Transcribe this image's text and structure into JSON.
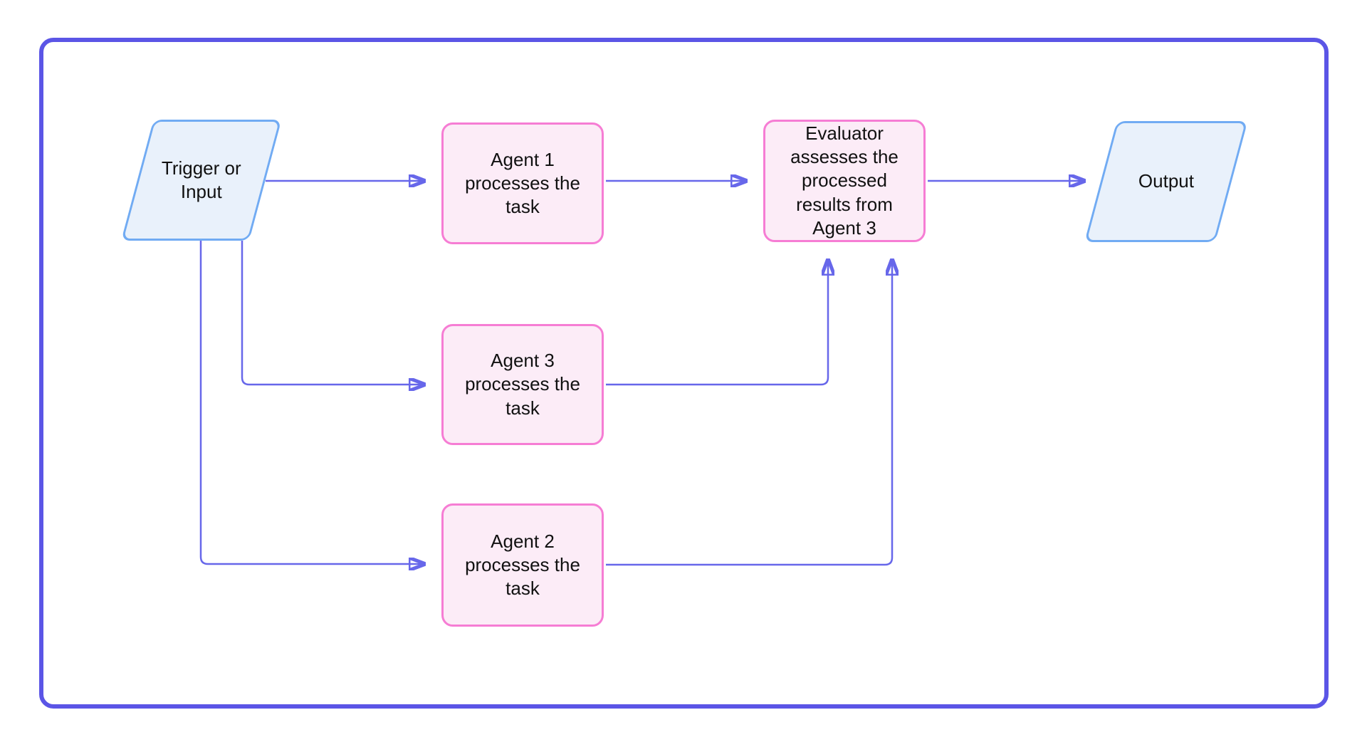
{
  "diagram": {
    "type": "flowchart",
    "description": "Parallelization workflow: a trigger fans out to three agents whose results are assessed by an evaluator that produces the output"
  },
  "nodes": {
    "trigger": {
      "label": "Trigger or Input",
      "shape": "parallelogram",
      "role": "input"
    },
    "agent1": {
      "label": "Agent 1 processes the task",
      "shape": "rounded-rectangle",
      "role": "process"
    },
    "agent3": {
      "label": "Agent 3 processes the task",
      "shape": "rounded-rectangle",
      "role": "process"
    },
    "agent2": {
      "label": "Agent 2 processes the task",
      "shape": "rounded-rectangle",
      "role": "process"
    },
    "evaluator": {
      "label": "Evaluator assesses the processed results from Agent 3",
      "shape": "rounded-rectangle",
      "role": "process"
    },
    "output": {
      "label": "Output",
      "shape": "parallelogram",
      "role": "output"
    }
  },
  "edges": [
    {
      "from": "trigger",
      "to": "agent1"
    },
    {
      "from": "trigger",
      "to": "agent3"
    },
    {
      "from": "trigger",
      "to": "agent2"
    },
    {
      "from": "agent1",
      "to": "evaluator"
    },
    {
      "from": "agent3",
      "to": "evaluator"
    },
    {
      "from": "agent2",
      "to": "evaluator"
    },
    {
      "from": "evaluator",
      "to": "output"
    }
  ],
  "colors": {
    "bg": "#ffffff",
    "frame_border": "#5b55e6",
    "connector": "#6767ea",
    "process_fill": "#fcecf7",
    "process_border": "#f67dd4",
    "io_fill": "#e9f1fb",
    "io_border": "#71abf3",
    "text": "#111111"
  }
}
